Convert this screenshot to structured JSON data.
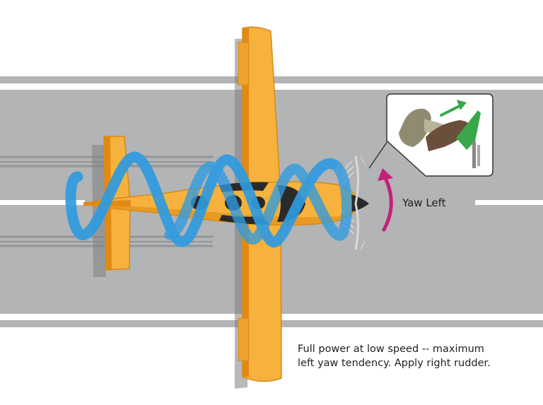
{
  "labels": {
    "yaw_direction": "Yaw Left",
    "caption_lines": [
      "Full power at low speed -- maximum",
      "left yaw tendency. Apply right rudder."
    ]
  },
  "colors": {
    "runway": "#b2b4b6",
    "runway_markings": "#ffffff",
    "airframe": "#f6b23c",
    "airframe_shade": "#e08a14",
    "canopy": "#2a2a2a",
    "slipstream": "#2f9be0",
    "yaw_arrow": "#c4207a",
    "pedal_arrow": "#3aa84a",
    "pedal": "#3aa84a",
    "foot_left": "#8f8a70",
    "foot_right": "#6b4f3d"
  },
  "icons": {
    "rudder_inset": "foot-pressing-right-rudder-pedal-icon",
    "yaw_arrow": "curved-arrow-up-icon",
    "pedal_arrow": "arrow-up-right-icon"
  }
}
